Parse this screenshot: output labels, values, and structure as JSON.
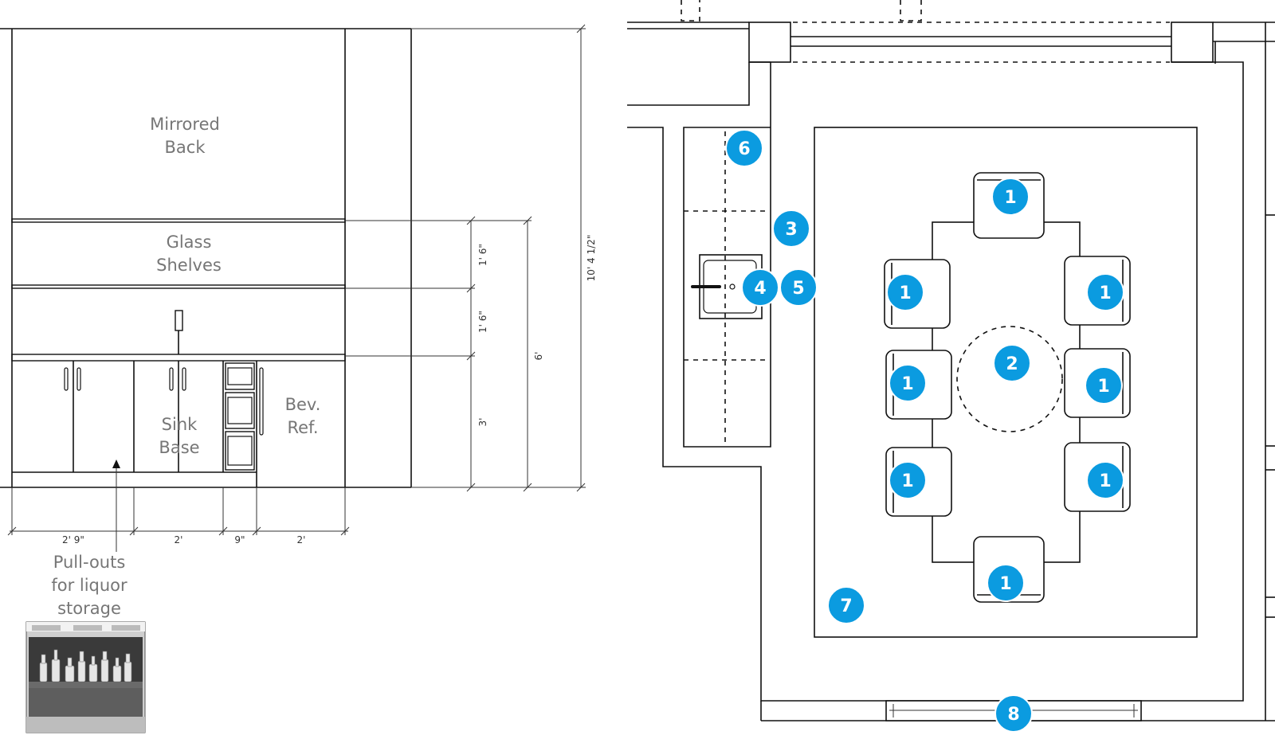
{
  "elevation": {
    "labels": {
      "mirrored_back": [
        "Mirrored",
        "Back"
      ],
      "glass_shelves": [
        "Glass",
        "Shelves"
      ],
      "sink_base": [
        "Sink",
        "Base"
      ],
      "bev_ref": [
        "Bev.",
        "Ref."
      ],
      "pullouts": [
        "Pull-outs",
        "for liquor",
        "storage"
      ]
    },
    "dimensions": {
      "widths": [
        "2' 9\"",
        "2'",
        "9\"",
        "2'"
      ],
      "upper_shelf": "1' 6\"",
      "lower_shelf": "1' 6\"",
      "base_height": "3'",
      "six_foot": "6'",
      "total_height": "10' 4 1/2\""
    }
  },
  "plan": {
    "badges": {
      "chair": "1",
      "centerpiece": "2",
      "three": "3",
      "four": "4",
      "five": "5",
      "six": "6",
      "seven": "7",
      "eight": "8"
    }
  },
  "colors": {
    "badge": "#0b9be0",
    "label": "#767676",
    "line": "#111111"
  }
}
